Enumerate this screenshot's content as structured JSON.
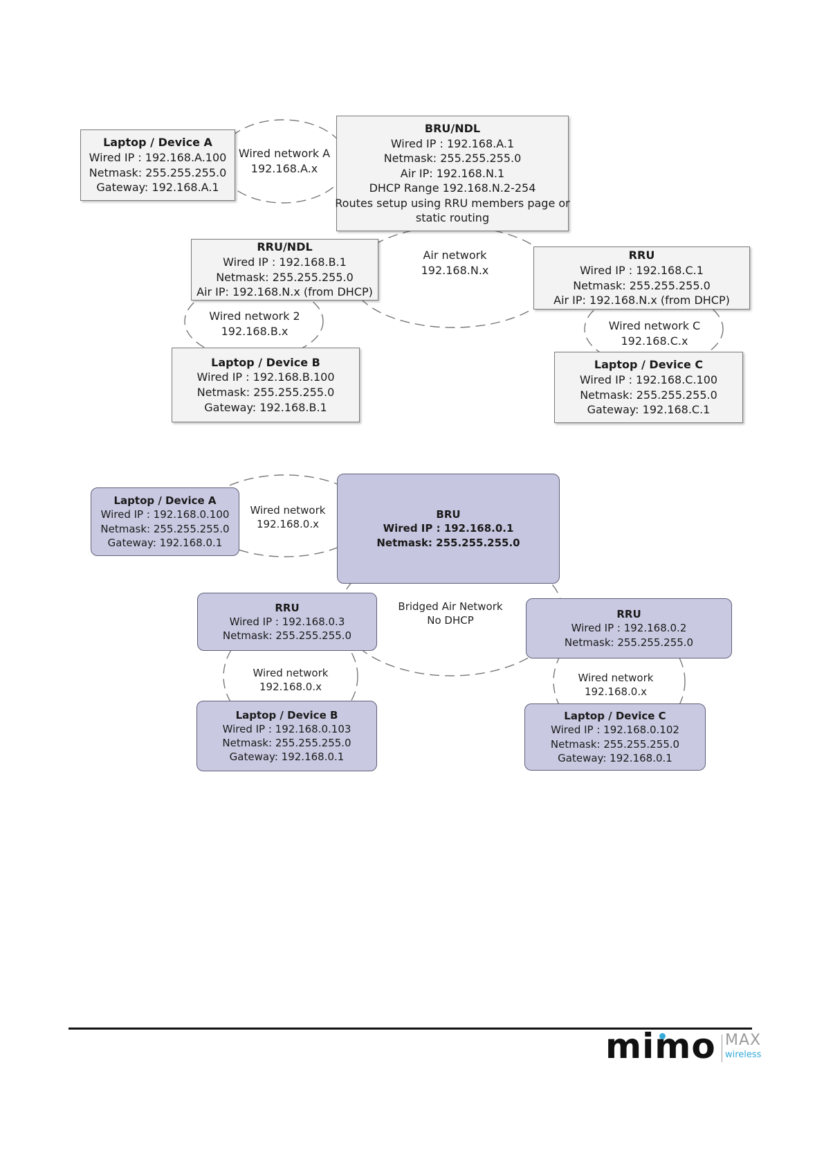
{
  "diagram_routed": {
    "laptop_a": {
      "title": "Laptop / Device A",
      "line1": "Wired IP : 192.168.A.100",
      "line2": "Netmask: 255.255.255.0",
      "line3": "Gateway: 192.168.A.1"
    },
    "wired_net_a": {
      "line1": "Wired network A",
      "line2": "192.168.A.x"
    },
    "bru": {
      "title": "BRU/NDL",
      "line1": "Wired IP : 192.168.A.1",
      "line2": "Netmask: 255.255.255.0",
      "line3": "Air IP: 192.168.N.1",
      "line4": "DHCP Range 192.168.N.2-254",
      "line5": "Routes setup using RRU members page or",
      "line6": "static routing"
    },
    "rru_ndl": {
      "title": "RRU/NDL",
      "line1": "Wired IP : 192.168.B.1",
      "line2": "Netmask: 255.255.255.0",
      "line3": "Air IP: 192.168.N.x (from DHCP)"
    },
    "air_net": {
      "line1": "Air network",
      "line2": "192.168.N.x"
    },
    "rru_c": {
      "title": "RRU",
      "line1": "Wired IP : 192.168.C.1",
      "line2": "Netmask: 255.255.255.0",
      "line3": "Air IP: 192.168.N.x (from DHCP)"
    },
    "wired_net_2": {
      "line1": "Wired network 2",
      "line2": "192.168.B.x"
    },
    "wired_net_c": {
      "line1": "Wired network C",
      "line2": "192.168.C.x"
    },
    "laptop_b": {
      "title": "Laptop / Device B",
      "line1": "Wired IP : 192.168.B.100",
      "line2": "Netmask: 255.255.255.0",
      "line3": "Gateway: 192.168.B.1"
    },
    "laptop_c": {
      "title": "Laptop / Device  C",
      "line1": "Wired IP : 192.168.C.100",
      "line2": "Netmask: 255.255.255.0",
      "line3": "Gateway: 192.168.C.1"
    }
  },
  "diagram_bridged": {
    "laptop_a": {
      "title": "Laptop / Device A",
      "line1": "Wired IP : 192.168.0.100",
      "line2": "Netmask: 255.255.255.0",
      "line3": "Gateway: 192.168.0.1"
    },
    "wired_net_a": {
      "line1": "Wired network",
      "line2": "192.168.0.x"
    },
    "bru": {
      "title": "BRU",
      "line1": "Wired IP : 192.168.0.1",
      "line2": "Netmask: 255.255.255.0"
    },
    "rru_left": {
      "title": "RRU",
      "line1": "Wired IP : 192.168.0.3",
      "line2": "Netmask: 255.255.255.0"
    },
    "air_net": {
      "line1": "Bridged Air Network",
      "line2": "No DHCP"
    },
    "rru_right": {
      "title": "RRU",
      "line1": "Wired IP : 192.168.0.2",
      "line2": "Netmask: 255.255.255.0"
    },
    "wired_net_b": {
      "line1": "Wired network",
      "line2": "192.168.0.x"
    },
    "wired_net_c": {
      "line1": "Wired network",
      "line2": "192.168.0.x"
    },
    "laptop_b": {
      "title": "Laptop / Device B",
      "line1": "Wired IP : 192.168.0.103",
      "line2": "Netmask: 255.255.255.0",
      "line3": "Gateway: 192.168.0.1"
    },
    "laptop_c": {
      "title": "Laptop / Device  C",
      "line1": "Wired IP : 192.168.0.102",
      "line2": "Netmask: 255.255.255.0",
      "line3": "Gateway: 192.168.0.1"
    }
  },
  "footer": {
    "logo_text": "mimo",
    "logo_max": "MAX",
    "logo_wireless": "wireless"
  },
  "colors": {
    "node_fill_top": "#f3f3f3",
    "node_fill_bottom": "#c9c9e2",
    "logo_accent": "#35a9d8"
  }
}
